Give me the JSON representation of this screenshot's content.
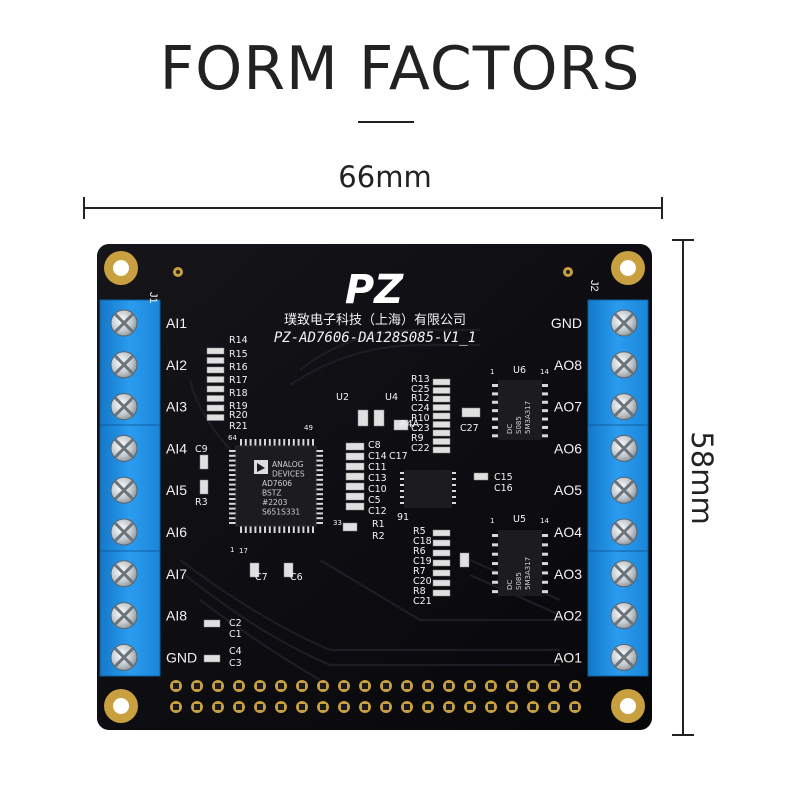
{
  "title": "FORM FACTORS",
  "dimensions": {
    "width": "66mm",
    "height": "58mm"
  },
  "board": {
    "logo": "PZ",
    "company": "璞致电子科技（上海）有限公司",
    "model": "PZ-AD7606-DA128S085-V1_1",
    "connectors": {
      "left": "J1",
      "right": "J2"
    },
    "left_pins": [
      "AI1",
      "AI2",
      "AI3",
      "AI4",
      "AI5",
      "AI6",
      "AI7",
      "AI8",
      "GND"
    ],
    "right_pins": [
      "GND",
      "AO8",
      "AO7",
      "AO6",
      "AO5",
      "AO4",
      "AO3",
      "AO2",
      "AO1"
    ],
    "main_chip": {
      "lines": [
        "ANALOG",
        "DEVICES",
        "AD7606",
        "BSTZ",
        "#2203",
        "S651S331"
      ]
    },
    "chip_ref_left": [
      "64",
      "49",
      "1",
      "17",
      "33"
    ],
    "u6": {
      "ref": "U6",
      "pin1": "1",
      "pin14": "14",
      "marking": [
        "DC",
        "S085",
        "5M3A317"
      ]
    },
    "u5": {
      "ref": "U5",
      "pin1": "1",
      "pin14": "14",
      "marking": [
        "DC",
        "S085",
        "5M3A317"
      ]
    },
    "small_refs": [
      "U2",
      "U4",
      "R4A",
      "R14",
      "R15",
      "R16",
      "R17",
      "R18",
      "R19",
      "R20",
      "R21",
      "R13",
      "C25",
      "R12",
      "C24",
      "R10",
      "C23",
      "R9",
      "C22",
      "C27",
      "C8",
      "C14",
      "C11",
      "C13",
      "C10",
      "C5",
      "C12",
      "C17",
      "C15",
      "C16",
      "R1",
      "R2",
      "R5",
      "C18",
      "R6",
      "C19",
      "R7",
      "C20",
      "R8",
      "C21",
      "C9",
      "R3",
      "C7",
      "C6",
      "C2",
      "C1",
      "C4",
      "C3",
      "91"
    ]
  },
  "colors": {
    "pcb": "#0b0b0e",
    "terminal": "#1a8fe0",
    "silk": "#f2f2f2",
    "gold": "#c9a040"
  }
}
